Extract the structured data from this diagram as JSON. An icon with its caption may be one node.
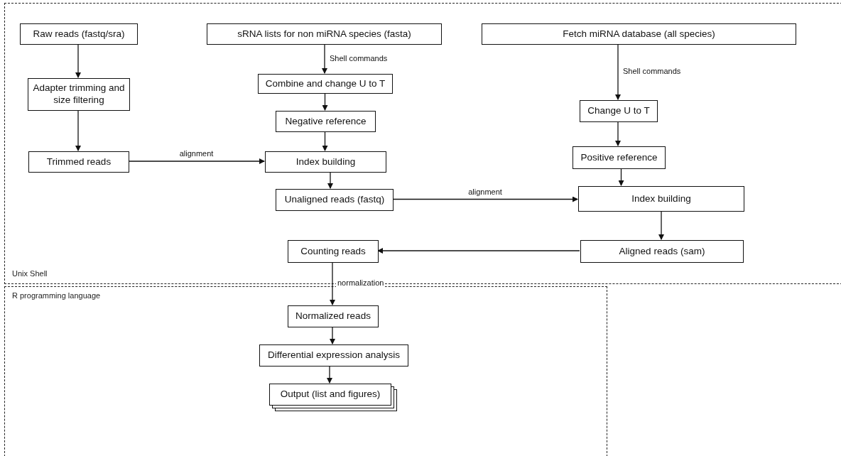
{
  "diagram": {
    "nodes": [
      {
        "text": [
          "Unix Shell"
        ]
      },
      {
        "text": [
          "R programming language"
        ]
      },
      {
        "text": [
          "Raw reads (fastq/sra)"
        ],
        "in": 0
      },
      {
        "text": [
          "sRNA lists for non miRNA species (fasta)"
        ],
        "in": 0
      },
      {
        "text": [
          "Fetch miRNA database (all species)"
        ],
        "in": 0
      },
      {
        "text": [
          "Adapter trimming and size filtering"
        ],
        "in": 0
      },
      {
        "text": [
          "Combine and change U to T"
        ],
        "in": 0
      },
      {
        "text": [
          "Change U to T"
        ],
        "in": 0
      },
      {
        "text": [
          "Negative reference"
        ],
        "in": 0
      },
      {
        "text": [
          "Positive reference"
        ],
        "in": 0
      },
      {
        "text": [
          "Trimmed reads"
        ],
        "in": 0
      },
      {
        "text": [
          "Index building"
        ],
        "in": 0
      },
      {
        "text": [
          "Unaligned reads (fastq)"
        ],
        "in": 0
      },
      {
        "text": [
          "Index building"
        ],
        "in": 0
      },
      {
        "text": [
          "Counting reads"
        ],
        "in": 0
      },
      {
        "text": [
          "Aligned reads (sam)"
        ],
        "in": 0
      },
      {
        "text": [
          "Normalized reads"
        ],
        "in": 1
      },
      {
        "text": [
          "Differential expression analysis"
        ],
        "in": 1
      },
      {
        "text": [
          "Output (list and figures)"
        ],
        "in": 1
      }
    ],
    "edges": [
      {
        "from": 2,
        "to": 5,
        "arrow": "to"
      },
      {
        "from": 3,
        "to": 6,
        "arrow": "to",
        "label": "Shell commands"
      },
      {
        "from": 6,
        "to": 8,
        "arrow": "to"
      },
      {
        "from": 4,
        "to": 7,
        "arrow": "to",
        "label": "Shell commands"
      },
      {
        "from": 7,
        "to": 9,
        "arrow": "to"
      },
      {
        "from": 5,
        "to": 10,
        "arrow": "to"
      },
      {
        "from": 10,
        "to": 11,
        "arrow": "to",
        "label": "alignment"
      },
      {
        "from": 8,
        "to": 11,
        "arrow": "to"
      },
      {
        "from": 11,
        "to": 12,
        "arrow": "to"
      },
      {
        "from": 9,
        "to": 13,
        "arrow": "to"
      },
      {
        "from": 12,
        "to": 13,
        "arrow": "to",
        "label": "alignment"
      },
      {
        "from": 13,
        "to": 15,
        "arrow": "to"
      },
      {
        "from": 15,
        "to": 14,
        "arrow": "to"
      },
      {
        "from": 14,
        "to": 16,
        "arrow": "to",
        "label": "normalization"
      },
      {
        "from": 16,
        "to": 17,
        "arrow": "to"
      },
      {
        "from": 17,
        "to": 18,
        "arrow": "to"
      }
    ]
  }
}
